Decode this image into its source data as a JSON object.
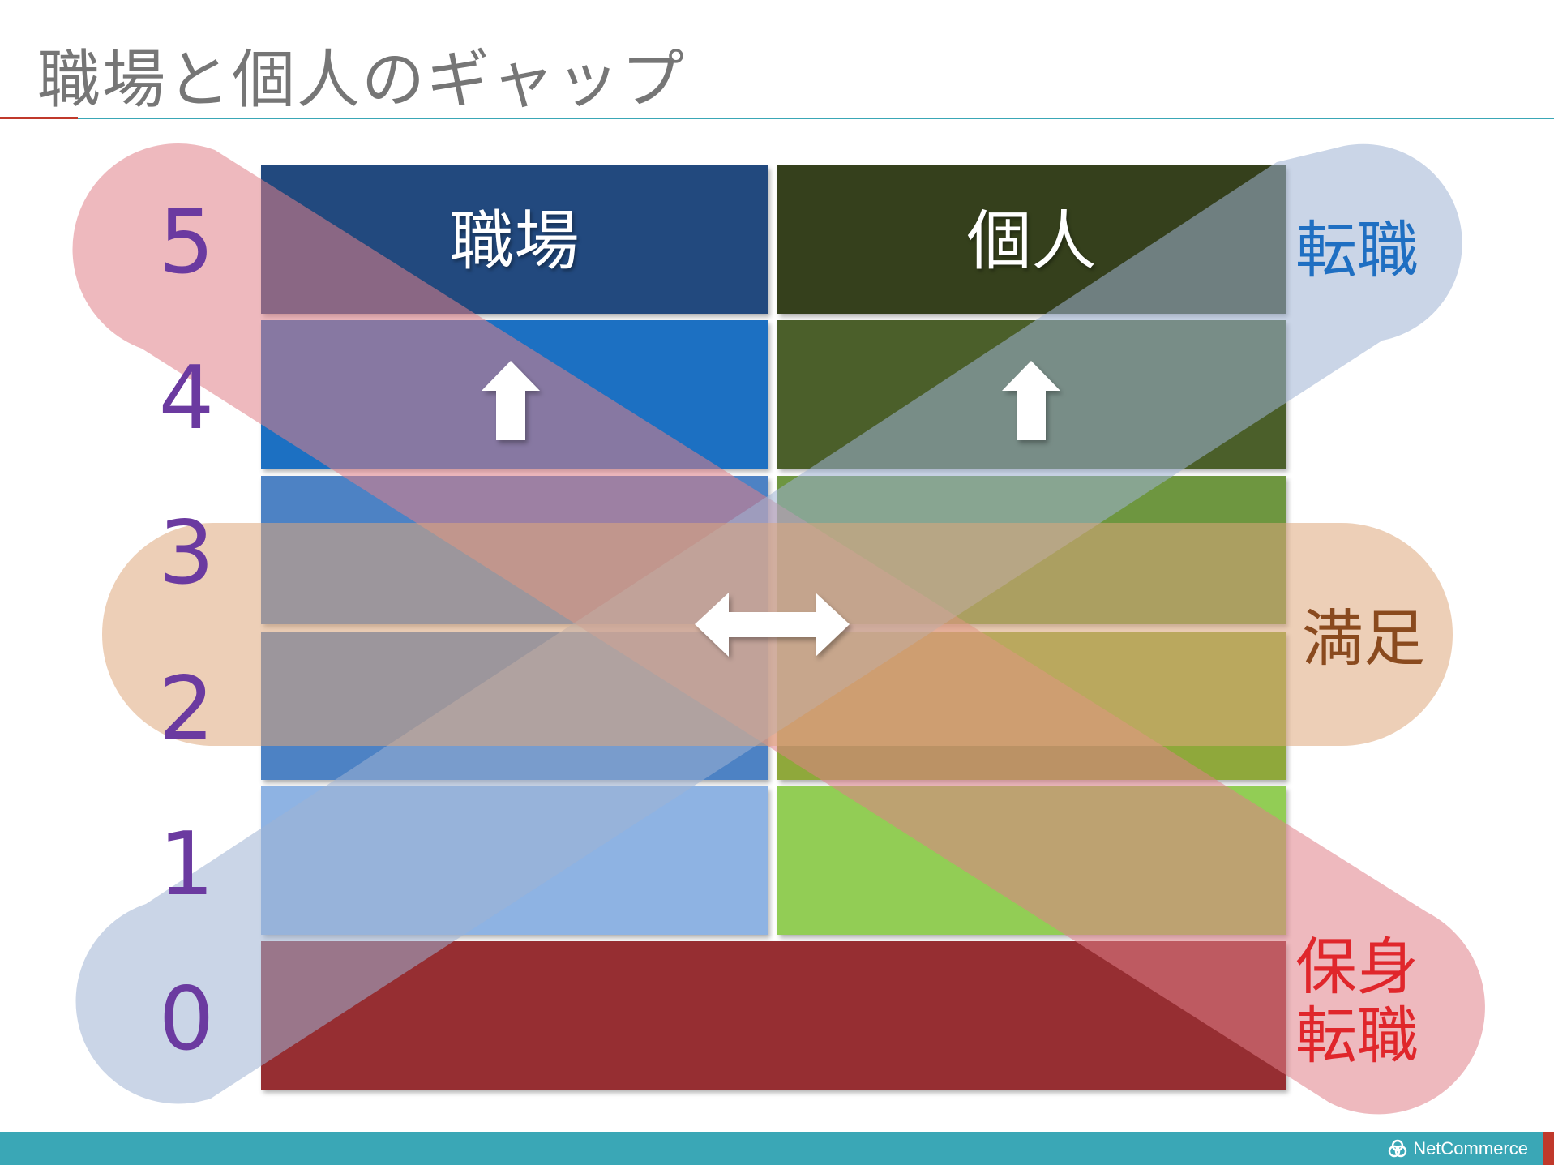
{
  "slide": {
    "title": "職場と個人のギャップ"
  },
  "levels": [
    "5",
    "4",
    "3",
    "2",
    "1",
    "0"
  ],
  "columns": {
    "workplace": "職場",
    "personal": "個人"
  },
  "side_labels": {
    "top_right": "転職",
    "middle_right": "満足",
    "bottom_right_line1": "保身",
    "bottom_right_line2": "転職"
  },
  "colors": {
    "workplace_rows": [
      "#234a7e",
      "#1b6fc2",
      "#4d82c4",
      "#4d82c4",
      "#8eb3e3"
    ],
    "personal_rows": [
      "#343f1d",
      "#4c5f2a",
      "#6e9640",
      "#8fa83a",
      "#92cd55"
    ],
    "bottom_row": "#962f32",
    "pink_band": "#e8a7ac",
    "blue_band": "#b6c5de",
    "orange_band": "#e5c2a5",
    "level_number": "#6b3aa0",
    "label_top_right": "#1f6fc2",
    "label_middle_right": "#8a4a1e",
    "label_bottom_right": "#e0262b",
    "accent_teal": "#3aa7b6",
    "accent_red": "#c0392b"
  },
  "icons": {
    "up_arrow": "up-arrow-icon",
    "double_arrow": "left-right-arrow-icon",
    "brand_logo": "netcommerce-logo-icon"
  },
  "footer": {
    "brand": "NetCommerce"
  }
}
